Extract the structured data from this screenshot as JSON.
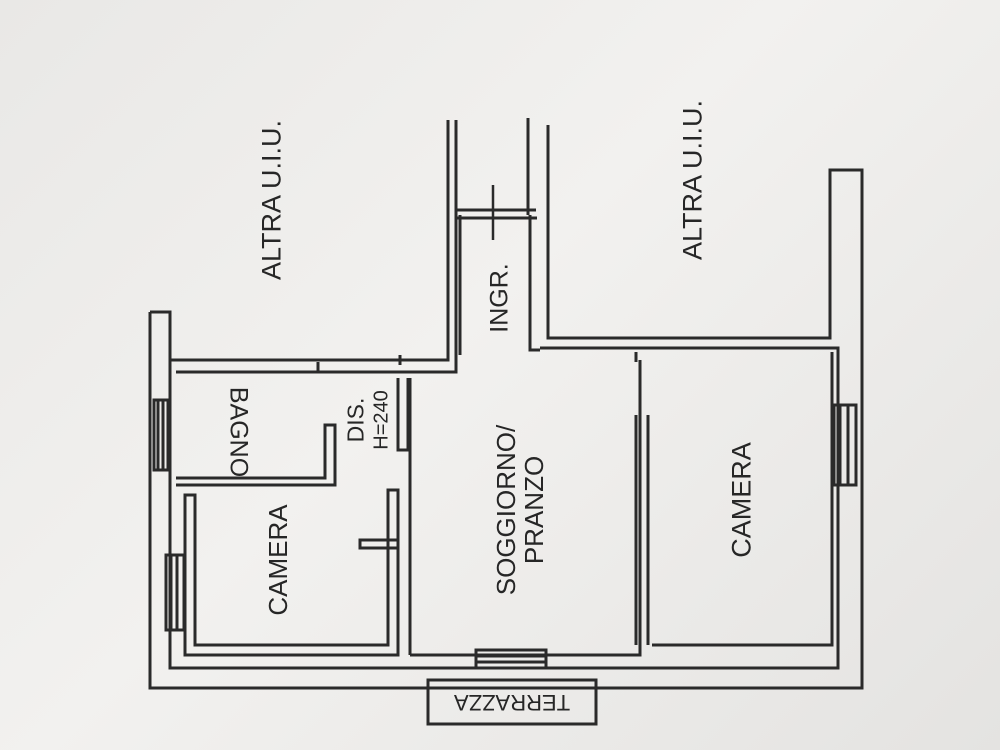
{
  "floorplan": {
    "neighbor_left": "ALTRA U.I.U.",
    "neighbor_right": "ALTRA U.I.U.",
    "entrance": "INGR.",
    "hall": {
      "name": "DIS.",
      "height": "H=240"
    },
    "bathroom": "BAGNO",
    "bedroom_small": "CAMERA",
    "living": {
      "line1": "SOGGIORNO/",
      "line2": "PRANZO"
    },
    "bedroom_large": "CAMERA",
    "terrace": "TERRAZZA"
  }
}
